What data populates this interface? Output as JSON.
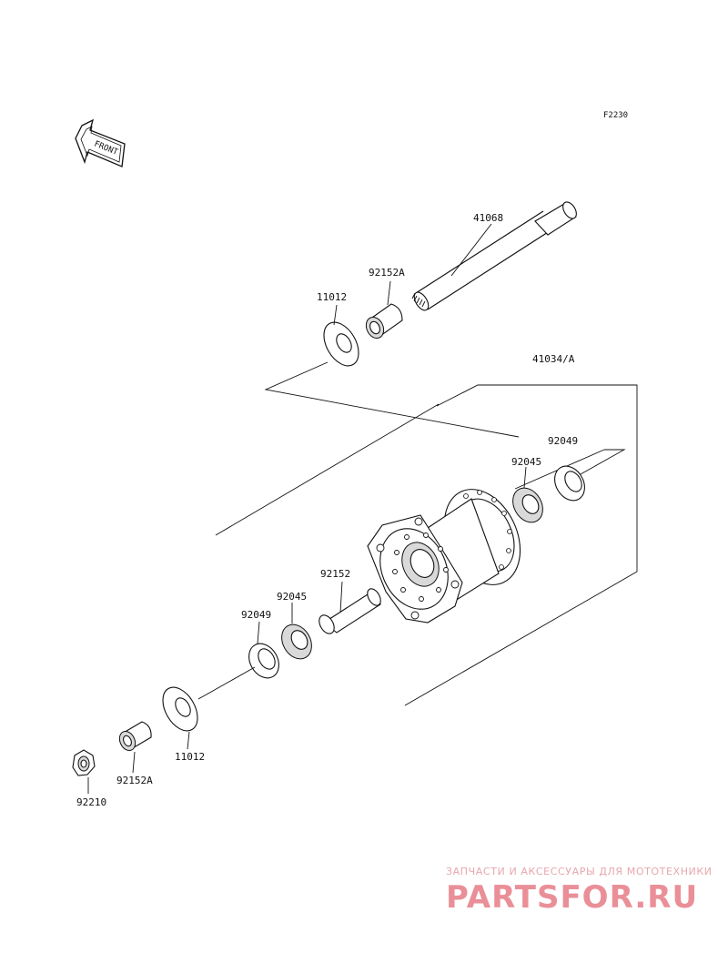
{
  "ref_code": "F2230",
  "front_arrow_label": "FRONT",
  "labels": {
    "axle": "41068",
    "collar_top": "92152A",
    "washer_top": "11012",
    "hub_assy": "41034/A",
    "seal_right": "92049",
    "bearing_right": "92045",
    "spacer": "92152",
    "bearing_left": "92045",
    "seal_left": "92049",
    "washer_bottom": "11012",
    "collar_bottom": "92152A",
    "nut": "92210"
  },
  "watermark": {
    "tagline": "ЗАПЧАСТИ И АКСЕССУАРЫ ДЛЯ МОТОТЕХНИКИ",
    "logo": "PARTSFOR.RU"
  }
}
